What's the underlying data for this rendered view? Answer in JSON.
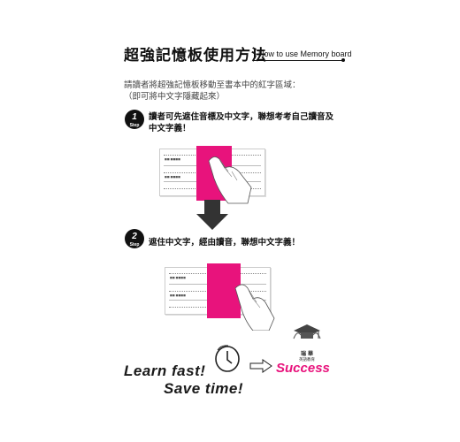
{
  "title": "超強記憶板使用方法",
  "title_en": "How to use Memory board",
  "intro": {
    "line1": "請讀者將超強記憶板移動至書本中的紅字區域：",
    "line2": "（即可將中文字隱藏起來）"
  },
  "steps": [
    {
      "badge_number": "1",
      "badge_word": "Step",
      "text_line1": "讀者可先遮住音標及中文字，聯想考考自己讀音及",
      "text_line2": "中文字義！"
    },
    {
      "badge_number": "2",
      "badge_word": "Step",
      "text_line1": "遮住中文字，經由讀音，聯想中文字義！"
    }
  ],
  "slogan": {
    "line1": "Learn fast!",
    "line2": "Save time!",
    "result": "Success"
  },
  "logo": {
    "name": "瑞 華",
    "sub": "英語教育"
  },
  "colors": {
    "accent": "#e8137c",
    "text": "#111111",
    "arrow": "#333333"
  },
  "icons": [
    "step-badge-icon",
    "hand-icon",
    "down-arrow-icon",
    "clock-icon",
    "right-arrow-icon",
    "graduation-cap-icon"
  ]
}
